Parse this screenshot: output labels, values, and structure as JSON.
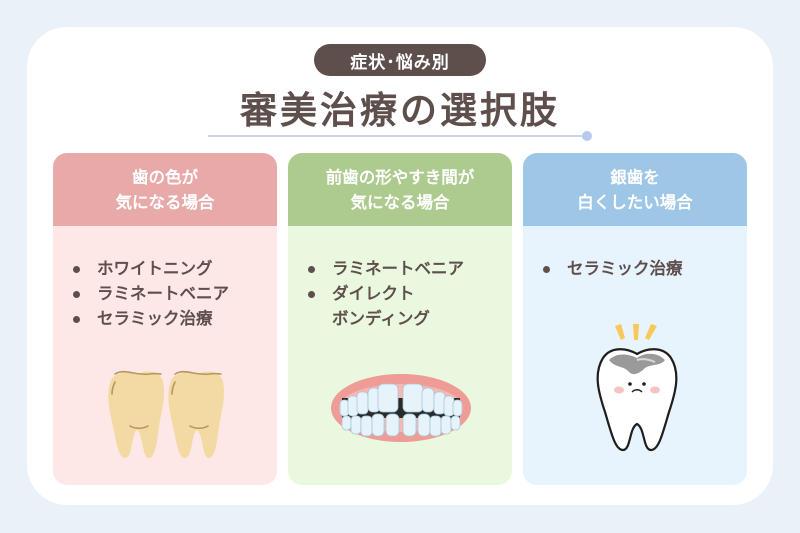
{
  "header": {
    "badge": "症状･悩み別",
    "title": "審美治療の選択肢"
  },
  "columns": [
    {
      "heading_lines": [
        "歯の色が",
        "気になる場合"
      ],
      "color": "#e8a9a9",
      "bg": "#fde7e7",
      "items": [
        "ホワイトニング",
        "ラミネートベニア",
        "セラミック治療"
      ],
      "illustration": "yellow-teeth-icon"
    },
    {
      "heading_lines": [
        "前歯の形やすき間が",
        "気になる場合"
      ],
      "color": "#aecb8f",
      "bg": "#e9f8de",
      "items": [
        "ラミネートベニア",
        "ダイレクト",
        "ボンディング"
      ],
      "illustration": "gapped-teeth-icon"
    },
    {
      "heading_lines": [
        "銀歯を",
        "白くしたい場合"
      ],
      "color": "#9ec6e6",
      "bg": "#e7f3fd",
      "items": [
        "セラミック治療"
      ],
      "illustration": "silver-filling-tooth-icon"
    }
  ],
  "colors": {
    "text": "#5e4f4c",
    "page_bg": "#eaf1f9",
    "accent_line": "#c8d6f0"
  }
}
